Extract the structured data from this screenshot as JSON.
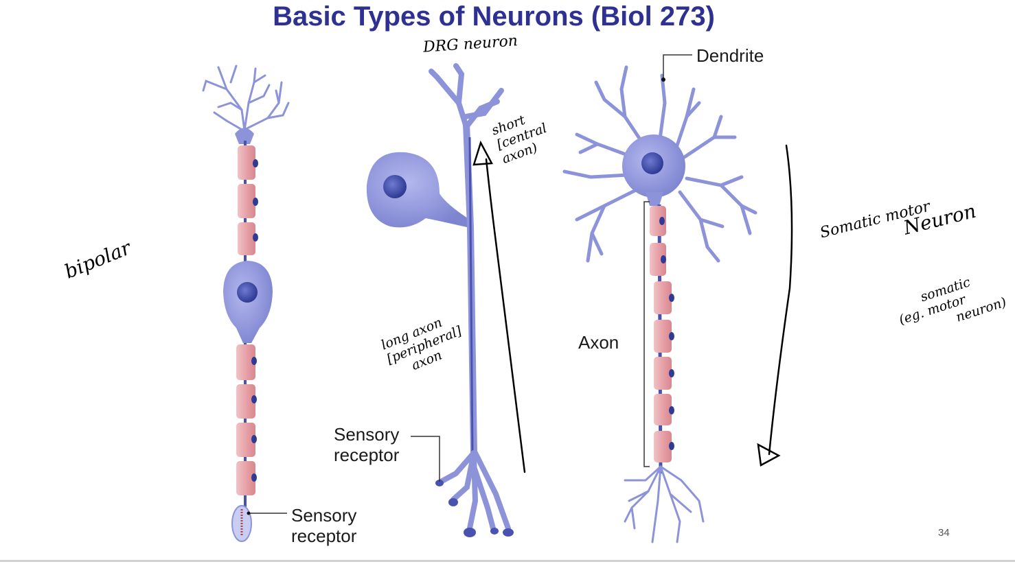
{
  "slide": {
    "title": "Basic Types of Neurons (Biol 273)",
    "page_number": "34"
  },
  "labels": {
    "bipolar_receptor_line1": "Sensory",
    "bipolar_receptor_line2": "receptor",
    "drg_receptor_line1": "Sensory",
    "drg_receptor_line2": "receptor",
    "dendrite": "Dendrite",
    "axon": "Axon"
  },
  "handwriting": {
    "bipolar": "bipolar",
    "drg_neuron": "DRG neuron",
    "short_central_axon": [
      "short",
      "[central",
      "axon)"
    ],
    "long_peripheral_axon": [
      "long axon",
      "[peripheral]",
      "axon"
    ],
    "somatic_motor_neuron": [
      "Somatic motor",
      "Neuron"
    ],
    "somatic_motor_neuron_eg": [
      "somatic",
      "(eg. motor",
      "neuron)"
    ]
  },
  "colors": {
    "title": "#2e3192",
    "neuron_body": "#8c93d9",
    "neuron_dark": "#4a52b0",
    "myelin": "#e8a3a8",
    "nucleus": "#3d4aa8"
  }
}
